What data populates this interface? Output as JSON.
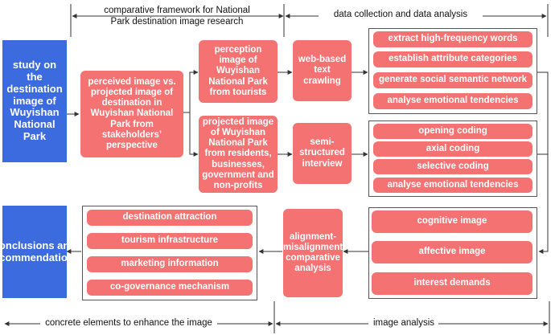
{
  "header": {
    "framework_line1": "comparative framework for National",
    "framework_line2": "Park destination image research",
    "data_collection": "data collection and data analysis"
  },
  "footer": {
    "concrete_elements": "concrete elements to enhance the image",
    "image_analysis": "image analysis"
  },
  "nodes": {
    "study": "study on the destination image of Wuyishan National Park",
    "perceived_vs_projected": "perceived image vs. projected image of destination in Wuyishan National Park from stakeholders’ perspective",
    "perception_image": "perception image of Wuyishan National Park from tourists",
    "projected_image": "projected image of Wuyishan National Park from residents, businesses, government and non-profits",
    "web_crawling": "web-based text crawling",
    "semi_structured": "semi-structured interview",
    "conclusions": "conclusions and recommendations",
    "alignment": "alignment-misalignment comparative analysis"
  },
  "web_methods": [
    "extract high-frequency words",
    "establish attribute categories",
    "generate social semantic network",
    "analyse emotional tendencies"
  ],
  "interview_methods": [
    "opening coding",
    "axial coding",
    "selective coding",
    "analyse emotional tendencies"
  ],
  "image_dimensions": [
    "cognitive image",
    "affective image",
    "interest demands"
  ],
  "elements": [
    "destination attraction",
    "tourism infrastructure",
    "marketing information",
    "co-governance mechanism"
  ],
  "colors": {
    "blue": "#3b6bdf",
    "red": "#f47272",
    "line": "#333333"
  }
}
